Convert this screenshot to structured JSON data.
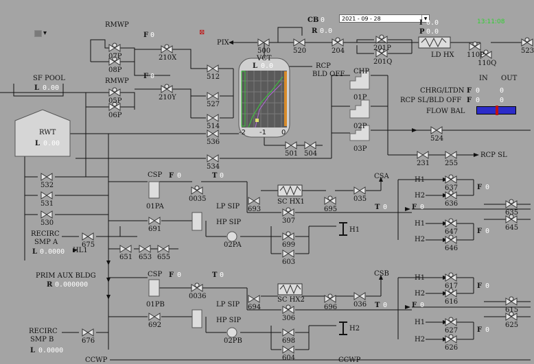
{
  "header": {
    "date": "2021 - 09 - 28",
    "clock": "13:11:08",
    "cb_label": "CB",
    "r_label": "R",
    "cb_value": "0",
    "r_value": "0.0"
  },
  "vct": {
    "title": "VCT",
    "level_label": "L",
    "level_value": "0.0",
    "axis": [
      "-2",
      "-1",
      "0"
    ]
  },
  "labels": {
    "rmwp1": "RMWP",
    "rmwp2": "RMWP",
    "pix": "PIX",
    "rcp_bld_off_1": "RCP",
    "rcp_bld_off_2": "BLD OFF",
    "chp": "CHP",
    "in": "IN",
    "out": "OUT",
    "chrg_ltdn": "CHRG/LTDN",
    "rcp_sl_bld_off": "RCP SL/BLD OFF",
    "flow_bal": "FLOW BAL",
    "ld_hx": "LD HX",
    "rcp_sl": "RCP SL",
    "sf_pool": "SF POOL",
    "rwt": "RWT",
    "csp_a": "CSP",
    "csp_b": "CSP",
    "lp_sip_a": "LP SIP",
    "hp_sip_a": "HP SIP",
    "lp_sip_b": "LP SIP",
    "hp_sip_b": "HP SIP",
    "sc_hx1": "SC HX1",
    "sc_hx2": "SC HX2",
    "csa": "CSA",
    "csb": "CSB",
    "recirc_a1": "RECIRC",
    "recirc_a2": "SMP A",
    "recirc_b1": "RECIRC",
    "recirc_b2": "SMP B",
    "hl1": "HL1",
    "prim_aux": "PRIM AUX BLDG",
    "h1_a": "H1",
    "h2_b": "H2",
    "ccwp1": "CCWP",
    "ccwp2": "CCWP"
  },
  "values": {
    "f_rmwp1": "0",
    "f_rmwp2": "0",
    "sf_pool_l": "0.00",
    "rwt_l": "0.00",
    "csp_a_f": "0",
    "csp_a_t": "0",
    "csp_b_f": "0",
    "csp_b_t": "0",
    "chrg_f": "0",
    "chrg_in": "0",
    "chrg_out": "0",
    "rcpsl_f": "0",
    "rcpsl_in": "0",
    "rcpsl_out": "0",
    "i_val": "0.0",
    "p_val": "0.0",
    "recirc_a_l": "0.0000",
    "prim_aux_r": "0.000000",
    "recirc_b_l": "0.0000",
    "t_a": "0",
    "f_a": "0",
    "t_b": "0",
    "f_b": "0",
    "f_h_a1": "0",
    "f_h_a2": "0",
    "f_h_b1": "0",
    "f_h_b2": "0"
  },
  "letters": {
    "F": "F",
    "T": "T",
    "L": "L",
    "R": "R",
    "I": "I",
    "P": "P"
  },
  "valves": [
    "07P",
    "08P",
    "210X",
    "05P",
    "06P",
    "210Y",
    "512",
    "527",
    "514",
    "536",
    "534",
    "500",
    "520",
    "204",
    "201P",
    "201Q",
    "110P",
    "110Q",
    "523",
    "01P",
    "02P",
    "03P",
    "524",
    "501",
    "504",
    "231",
    "255",
    "532",
    "531",
    "530",
    "675",
    "651",
    "653",
    "655",
    "01PA",
    "691",
    "0035",
    "693",
    "695",
    "035",
    "307",
    "699",
    "603",
    "637",
    "636",
    "635",
    "645",
    "647",
    "646",
    "01PB",
    "692",
    "0036",
    "694",
    "696",
    "036",
    "306",
    "698",
    "604",
    "617",
    "616",
    "615",
    "625",
    "627",
    "626",
    "676",
    "02PA",
    "02PB"
  ],
  "h_labels": [
    "H1",
    "H2",
    "H1",
    "H2",
    "H1",
    "H2",
    "H1",
    "H2"
  ],
  "colors": {
    "background": "#a4a4a4",
    "value": "#ffffff",
    "clock": "#2fd12f",
    "flowbar": "#2c2cc9",
    "marker": "#c01010",
    "trend_green": "#3ccc3c"
  }
}
